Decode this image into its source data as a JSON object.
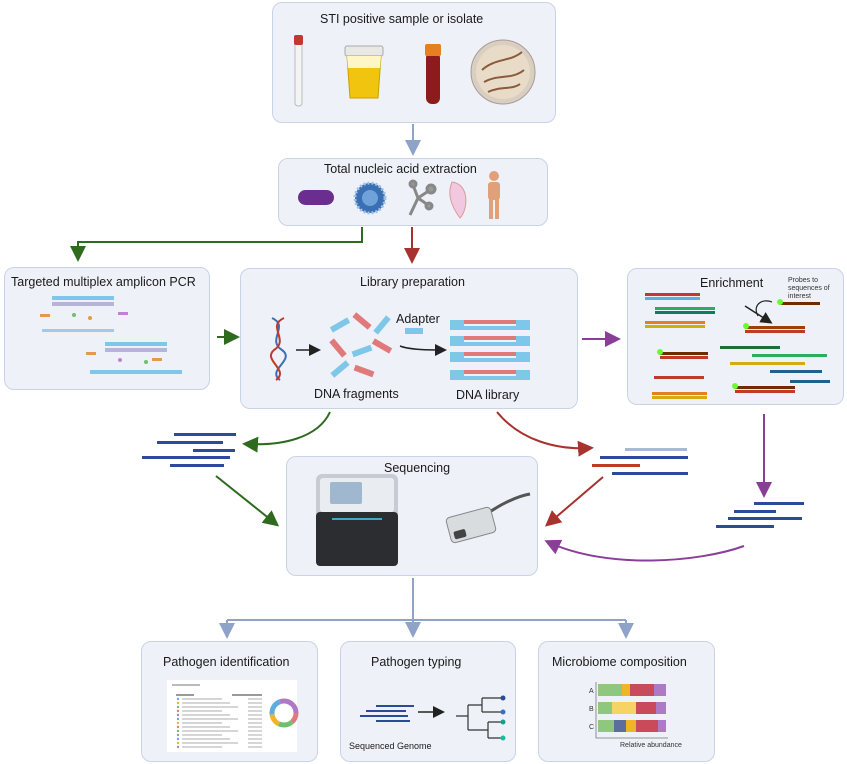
{
  "nodes": {
    "sample": {
      "title": "STI positive sample or isolate"
    },
    "extraction": {
      "title": "Total nucleic acid extraction"
    },
    "amplicon": {
      "title": "Targeted multiplex amplicon PCR"
    },
    "library": {
      "title": "Library preparation",
      "adapter": "Adapter",
      "fragments": "DNA fragments",
      "dna_library": "DNA library"
    },
    "enrichment": {
      "title": "Enrichment",
      "probes_note": "Probes to sequences of interest"
    },
    "sequencing": {
      "title": "Sequencing"
    },
    "identification": {
      "title": "Pathogen identification"
    },
    "typing": {
      "title": "Pathogen typing",
      "genome_label": "Sequenced Genome"
    },
    "microbiome": {
      "title": "Microbiome composition",
      "rows": [
        "A",
        "B",
        "C"
      ],
      "axis_label": "Relative abundance"
    }
  },
  "colors": {
    "box_fill": "#eef1f7",
    "box_border": "#c9d3e6",
    "grey_arrow": "#8fa3c8",
    "green_arrow": "#2e6b1f",
    "red_arrow": "#a8322e",
    "purple_arrow": "#8a3f96",
    "read_blue": "#2c4a9a"
  },
  "icons": [
    "swab-tube-icon",
    "urine-cup-icon",
    "blood-tube-icon",
    "petri-dish-icon",
    "bacterium-icon",
    "virus-icon",
    "fungus-icon",
    "protozoa-icon",
    "human-icon",
    "sequencer-icon",
    "nanopore-device-icon",
    "ring-chart-icon",
    "phylogenetic-tree-icon"
  ]
}
